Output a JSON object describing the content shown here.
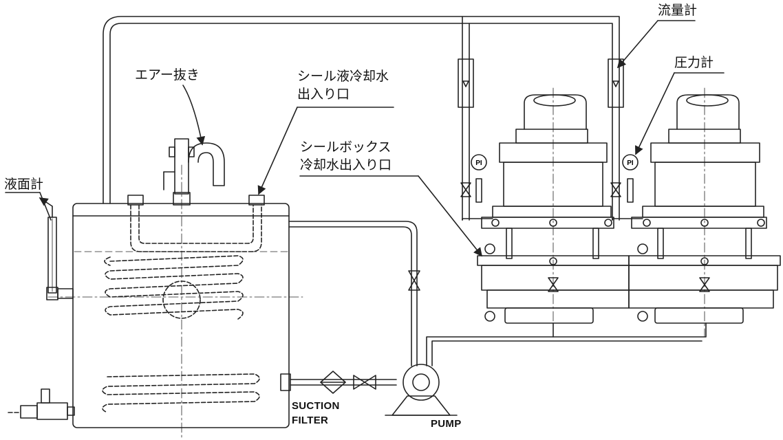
{
  "labels": {
    "level_gauge": "液面計",
    "air_vent": "エアー抜き",
    "seal_liquid_cooling_water_line1": "シール液冷却水",
    "seal_liquid_cooling_water_line2": "出入り口",
    "seal_box_cooling_water_line1": "シールボックス",
    "seal_box_cooling_water_line2": "冷却水出入り口",
    "flow_meter": "流量計",
    "pressure_gauge": "圧力計",
    "suction_filter_line1": "SUCTION",
    "suction_filter_line2": "FILTER",
    "pump": "PUMP",
    "pi_tag": "PI"
  },
  "colors": {
    "line": "#222222",
    "pipe_fill": "#ffffff",
    "background": "#ffffff"
  }
}
